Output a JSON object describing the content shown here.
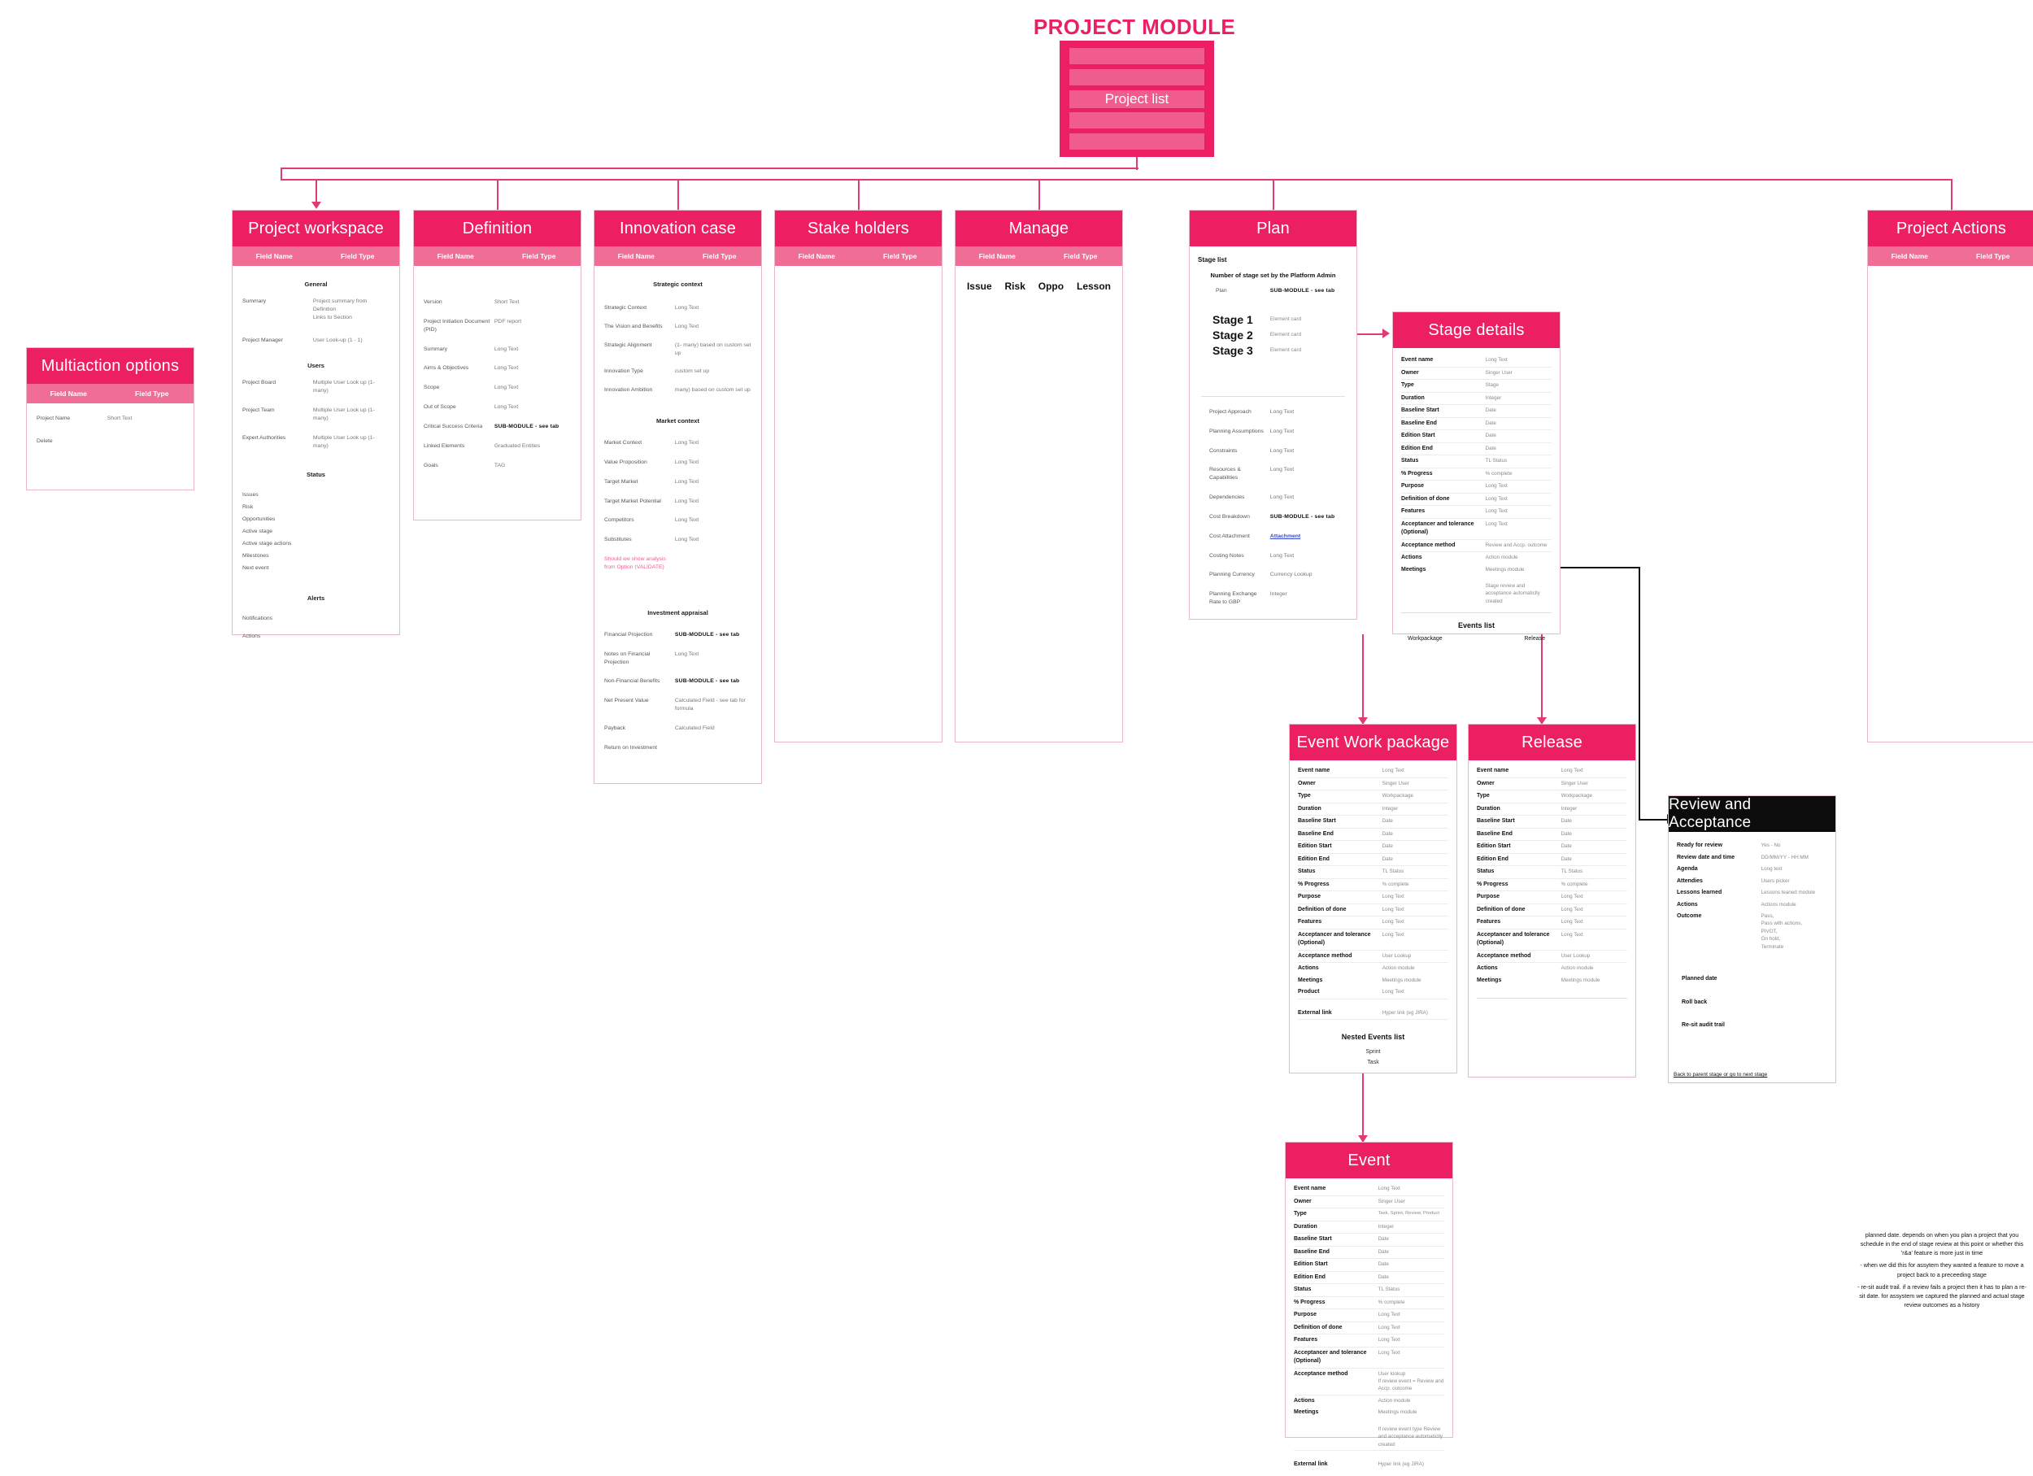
{
  "title": "PROJECT MODULE",
  "root": {
    "label": "Project list",
    "slots": 5
  },
  "columns": {
    "field_name": "Field Name",
    "field_type": "Field Type"
  },
  "colors": {
    "accent": "#ec1f62",
    "accent_light": "#f06e96",
    "card_border": "#e7b9cb",
    "black": "#0c0c0c"
  },
  "cards": {
    "multiaction": {
      "title": "Multiaction options",
      "rows": [
        {
          "name": "Project Name",
          "type": "Short Text"
        },
        {
          "name": "Delete",
          "type": ""
        }
      ]
    },
    "workspace": {
      "title": "Project workspace",
      "sections": [
        {
          "heading": "General",
          "rows": [
            {
              "name": "Summary",
              "type": "Project summary from Definition\nLinks to Section"
            },
            {
              "name": "Project Manager",
              "type": "User Look-up (1 - 1)"
            }
          ]
        },
        {
          "heading": "Users",
          "rows": [
            {
              "name": "Project Board",
              "type": "Multiple User Look up (1- many)"
            },
            {
              "name": "Project Team",
              "type": "Multiple User Look up (1- many)"
            },
            {
              "name": "Expert Authorities",
              "type": "Multiple User Look up (1- many)"
            }
          ]
        },
        {
          "heading": "Status",
          "rows": [
            {
              "name": "Issues",
              "type": ""
            },
            {
              "name": "Risk",
              "type": ""
            },
            {
              "name": "Opportunities",
              "type": ""
            },
            {
              "name": "Active stage",
              "type": ""
            },
            {
              "name": "Active stage actions",
              "type": ""
            },
            {
              "name": "Milestones",
              "type": ""
            },
            {
              "name": "Next event",
              "type": ""
            }
          ]
        },
        {
          "heading": "Alerts",
          "rows": [
            {
              "name": "Notifications",
              "type": ""
            },
            {
              "name": "Actions",
              "type": ""
            }
          ]
        }
      ]
    },
    "definition": {
      "title": "Definition",
      "rows": [
        {
          "name": "Version",
          "type": "Short Text"
        },
        {
          "name": "Project Initiation Document (PID)",
          "type": "PDF report"
        },
        {
          "name": "Summary",
          "type": "Long Text"
        },
        {
          "name": "Aims & Objectives",
          "type": "Long Text"
        },
        {
          "name": "Scope",
          "type": "Long Text"
        },
        {
          "name": "Out of Scope",
          "type": "Long Text"
        },
        {
          "name": "Critical Success Criteria",
          "type": "SUB-MODULE - see tab",
          "bold": true
        },
        {
          "name": "Linked Elements",
          "type": "Graduated Entities"
        },
        {
          "name": "Goals",
          "type": "TAG"
        }
      ]
    },
    "innovation": {
      "title": "Innovation case",
      "sections": [
        {
          "heading": "Strategic context",
          "rows": [
            {
              "name": "Strategic Context",
              "type": "Long Text"
            },
            {
              "name": "The Vision and Benefits",
              "type": "Long Text"
            },
            {
              "name": "Strategic Alignment",
              "type": "(1- many) based on custom set up"
            },
            {
              "name": "Innovation Type",
              "type": "custom set up"
            },
            {
              "name": "Innovation Ambition",
              "type": "many) based on custom set up"
            }
          ]
        },
        {
          "heading": "Market context",
          "rows": [
            {
              "name": "Market Context",
              "type": "Long Text"
            },
            {
              "name": "Value Proposition",
              "type": "Long Text"
            },
            {
              "name": "Target Market",
              "type": "Long Text"
            },
            {
              "name": "Target Market Potential",
              "type": "Long Text"
            },
            {
              "name": "Competitors",
              "type": "Long Text"
            },
            {
              "name": "Substitutes",
              "type": "Long Text"
            },
            {
              "name": "Should we show analysis from Option (VALIDATE)",
              "type": "",
              "warn": true
            }
          ]
        },
        {
          "heading": "Investment appraisal",
          "rows": [
            {
              "name": "Financial Projection",
              "type": "SUB-MODULE - see tab",
              "bold": true
            },
            {
              "name": "Notes on Financial Projection",
              "type": "Long Text"
            },
            {
              "name": "Non-Financial Benefits",
              "type": "SUB-MODULE - see tab",
              "bold": true
            },
            {
              "name": "Net Present Value",
              "type": "Calculated Field - see tab for formula"
            },
            {
              "name": "Payback",
              "type": "Calculated Field"
            },
            {
              "name": "Return on Investment",
              "type": ""
            }
          ]
        }
      ]
    },
    "stakeholders": {
      "title": "Stake holders",
      "rows": []
    },
    "manage": {
      "title": "Manage",
      "chips": [
        "Issue",
        "Risk",
        "Oppo",
        "Lesson"
      ]
    },
    "plan": {
      "title": "Plan",
      "stage_list_label": "Stage list",
      "stage_note": "Number of stage set by the Platform Admin",
      "plan_row": {
        "name": "Plan",
        "type": "SUB-MODULE - see tab"
      },
      "stages": [
        {
          "name": "Stage 1",
          "value": "Element card"
        },
        {
          "name": "Stage 2",
          "value": "Element card"
        },
        {
          "name": "Stage 3",
          "value": "Element card"
        }
      ],
      "rows": [
        {
          "name": "Project Approach",
          "type": "Long Text"
        },
        {
          "name": "Planning Assumptions",
          "type": "Long Text"
        },
        {
          "name": "Constraints",
          "type": "Long Text"
        },
        {
          "name": "Resources & Capabilities",
          "type": "Long Text"
        },
        {
          "name": "Dependencies",
          "type": "Long Text"
        },
        {
          "name": "Cost Breakdown",
          "type": "SUB-MODULE - see tab",
          "bold": true
        },
        {
          "name": "Cost Attachment",
          "type": "Attachment",
          "link": true
        },
        {
          "name": "Costing Notes",
          "type": "Long Text"
        },
        {
          "name": "Planning Currency",
          "type": "Currency Lookup"
        },
        {
          "name": "Planning Exchange Rate to GBP",
          "type": "Integer"
        }
      ]
    },
    "stage_details": {
      "title": "Stage details",
      "rows": [
        {
          "name": "Event name",
          "type": "Long Text"
        },
        {
          "name": "Owner",
          "type": "Singer User"
        },
        {
          "name": "Type",
          "type": "Stage"
        },
        {
          "name": "Duration",
          "type": "Integer"
        },
        {
          "name": "Baseline Start",
          "type": "Date"
        },
        {
          "name": "Baseline End",
          "type": "Date"
        },
        {
          "name": "Edition Start",
          "type": "Date"
        },
        {
          "name": "Edition End",
          "type": "Date"
        },
        {
          "name": "Status",
          "type": "TL Status"
        },
        {
          "name": "% Progress",
          "type": "% complete"
        },
        {
          "name": "Purpose",
          "type": "Long Text"
        },
        {
          "name": "Definition of done",
          "type": "Long Text"
        },
        {
          "name": "Features",
          "type": "Long Text"
        },
        {
          "name": "Acceptancer and tolerance (Optional)",
          "type": "Long Text"
        },
        {
          "name": "Acceptance method",
          "type": "Review and Accp. outcome"
        },
        {
          "name": "Actions",
          "type": "Action module"
        },
        {
          "name": "Meetings",
          "type": "Meetings module"
        },
        {
          "name": "",
          "type": "Stage review and acceptance automaticlly created"
        }
      ],
      "events_list_heading": "Events list",
      "events": [
        "Workpackage",
        "Release"
      ]
    },
    "event_workpackage": {
      "title": "Event Work package",
      "rows": [
        {
          "name": "Event name",
          "type": "Long Text"
        },
        {
          "name": "Owner",
          "type": "Singer User"
        },
        {
          "name": "Type",
          "type": "Workpackage"
        },
        {
          "name": "Duration",
          "type": "Integer"
        },
        {
          "name": "Baseline Start",
          "type": "Date"
        },
        {
          "name": "Baseline End",
          "type": "Date"
        },
        {
          "name": "Edition Start",
          "type": "Date"
        },
        {
          "name": "Edition End",
          "type": "Date"
        },
        {
          "name": "Status",
          "type": "TL Status"
        },
        {
          "name": "% Progress",
          "type": "% complete"
        },
        {
          "name": "Purpose",
          "type": "Long Text"
        },
        {
          "name": "Definition of done",
          "type": "Long Text"
        },
        {
          "name": "Features",
          "type": "Long Text"
        },
        {
          "name": "Acceptancer and tolerance (Optional)",
          "type": "Long Text"
        },
        {
          "name": "Acceptance method",
          "type": "User Lookup"
        },
        {
          "name": "Actions",
          "type": "Action module"
        },
        {
          "name": "Meetings",
          "type": "Meetings module"
        },
        {
          "name": "Product",
          "type": "Long Text"
        },
        {
          "name": "External link",
          "type": "Hyper link (eg JIRA)"
        }
      ],
      "nested_heading": "Nested Events list",
      "nested": [
        "Sprint",
        "Task"
      ]
    },
    "release": {
      "title": "Release",
      "rows": [
        {
          "name": "Event name",
          "type": "Long Text"
        },
        {
          "name": "Owner",
          "type": "Singer User"
        },
        {
          "name": "Type",
          "type": "Workpackage"
        },
        {
          "name": "Duration",
          "type": "Integer"
        },
        {
          "name": "Baseline Start",
          "type": "Date"
        },
        {
          "name": "Baseline End",
          "type": "Date"
        },
        {
          "name": "Edition Start",
          "type": "Date"
        },
        {
          "name": "Edition End",
          "type": "Date"
        },
        {
          "name": "Status",
          "type": "TL Status"
        },
        {
          "name": "% Progress",
          "type": "% complete"
        },
        {
          "name": "Purpose",
          "type": "Long Text"
        },
        {
          "name": "Definition of done",
          "type": "Long Text"
        },
        {
          "name": "Features",
          "type": "Long Text"
        },
        {
          "name": "Acceptancer and tolerance (Optional)",
          "type": "Long Text"
        },
        {
          "name": "Acceptance method",
          "type": "User Lookup"
        },
        {
          "name": "Actions",
          "type": "Action module"
        },
        {
          "name": "Meetings",
          "type": "Meetings module"
        }
      ]
    },
    "review": {
      "title": "Review and Acceptance",
      "rows": [
        {
          "name": "Ready for review",
          "type": "Yes - No"
        },
        {
          "name": "Review date and time",
          "type": "DD/MM/YY - HH:MM"
        },
        {
          "name": "Agenda",
          "type": "Long text"
        },
        {
          "name": "Attendies",
          "type": "Users picker"
        },
        {
          "name": "Lessons learned",
          "type": "Lessons leaned module"
        },
        {
          "name": "Actions",
          "type": "Actions module"
        },
        {
          "name": "Outcome",
          "type": "Pass,\nPass with actions,\nPIVOT,\nOn hold,\nTerminate"
        }
      ],
      "extra_rows": [
        {
          "name": "Planned date",
          "type": ""
        },
        {
          "name": "Roll back",
          "type": ""
        },
        {
          "name": "Re-sit audit trail",
          "type": ""
        }
      ],
      "footer_link": "Back to parent stage or go to next stage"
    },
    "event": {
      "title": "Event",
      "rows": [
        {
          "name": "Event name",
          "type": "Long Text"
        },
        {
          "name": "Owner",
          "type": "Singer User"
        },
        {
          "name": "Type",
          "type": "Task, Sprint, Review, Product"
        },
        {
          "name": "Duration",
          "type": "Integer"
        },
        {
          "name": "Baseline Start",
          "type": "Date"
        },
        {
          "name": "Baseline End",
          "type": "Date"
        },
        {
          "name": "Edition Start",
          "type": "Date"
        },
        {
          "name": "Edition End",
          "type": "Date"
        },
        {
          "name": "Status",
          "type": "TL Status"
        },
        {
          "name": "% Progress",
          "type": "% complete"
        },
        {
          "name": "Purpose",
          "type": "Long Text"
        },
        {
          "name": "Definition of done",
          "type": "Long Text"
        },
        {
          "name": "Features",
          "type": "Long Text"
        },
        {
          "name": "Acceptancer and tolerance (Optional)",
          "type": "Long Text"
        },
        {
          "name": "Acceptance method",
          "type": "User lookup\nIf review event = Review and Accp. outcome"
        },
        {
          "name": "Actions",
          "type": "Action module"
        },
        {
          "name": "Meetings",
          "type": "Meetings module"
        },
        {
          "name": "",
          "type": "If review event type Review and acceptance automaticlly created"
        },
        {
          "name": "External link",
          "type": "Hyper link (eg JIRA)"
        }
      ]
    },
    "project_actions": {
      "title": "Project Actions",
      "rows": []
    }
  },
  "note": [
    "planned date. depends on when you plan a project that you schedule in the end of stage review at this point or whether this 'r&a' feature is more just in time",
    "- when we did this for assytem they wanted a feature to move a project back to a preceeding stage",
    "- re-sit audit trail. if a review fails a project then it has to plan a re-sit date. for assystem we captured the planned and actual stage review outcomes as a history"
  ]
}
